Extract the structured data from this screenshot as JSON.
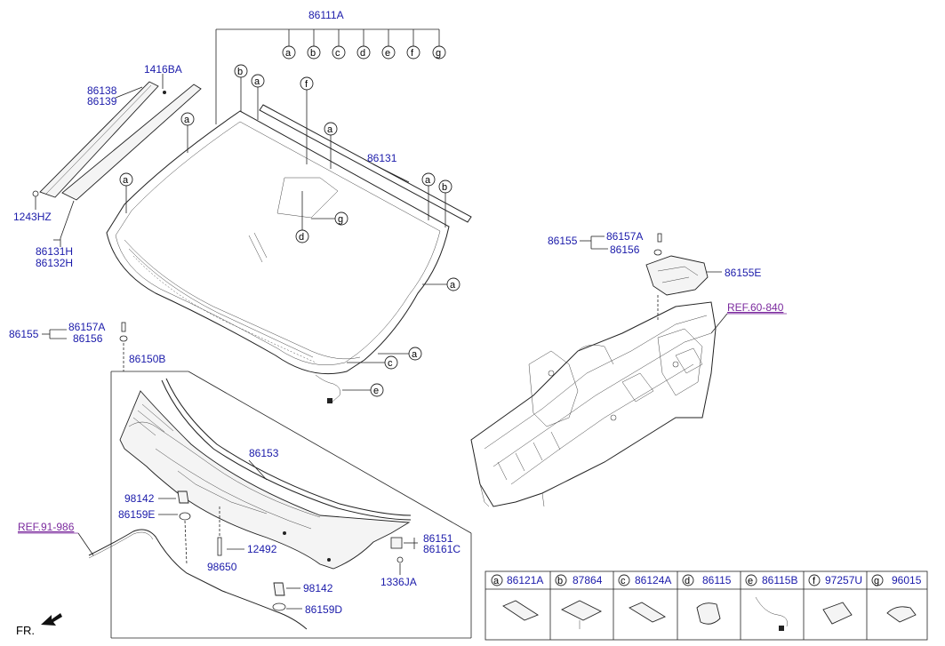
{
  "labels": {
    "p86111A": "86111A",
    "p1416BA": "1416BA",
    "p86138": "86138",
    "p86139": "86139",
    "p1243HZ": "1243HZ",
    "p86131H": "86131H",
    "p86132H": "86132H",
    "p86131": "86131",
    "p86155_left": "86155",
    "p86157A_left": "86157A",
    "p86156_left": "86156",
    "p86150B": "86150B",
    "p86153": "86153",
    "p98142_a": "98142",
    "p86159E": "86159E",
    "p12492": "12492",
    "p98650": "98650",
    "p98142_b": "98142",
    "p86159D": "86159D",
    "p86151": "86151",
    "p86161C": "86161C",
    "p1336JA": "1336JA",
    "p86155_right": "86155",
    "p86157A_right": "86157A",
    "p86156_right": "86156",
    "p86155E": "86155E",
    "ref_60_840": "REF.60-840",
    "ref_91_986": "REF.91-986",
    "fr": "FR."
  },
  "callout_letters": {
    "a": "a",
    "b": "b",
    "c": "c",
    "d": "d",
    "e": "e",
    "f": "f",
    "g": "g"
  },
  "legend": [
    {
      "letter": "a",
      "part": "86121A"
    },
    {
      "letter": "b",
      "part": "87864"
    },
    {
      "letter": "c",
      "part": "86124A"
    },
    {
      "letter": "d",
      "part": "86115"
    },
    {
      "letter": "e",
      "part": "86115B"
    },
    {
      "letter": "f",
      "part": "97257U"
    },
    {
      "letter": "g",
      "part": "96015"
    }
  ]
}
